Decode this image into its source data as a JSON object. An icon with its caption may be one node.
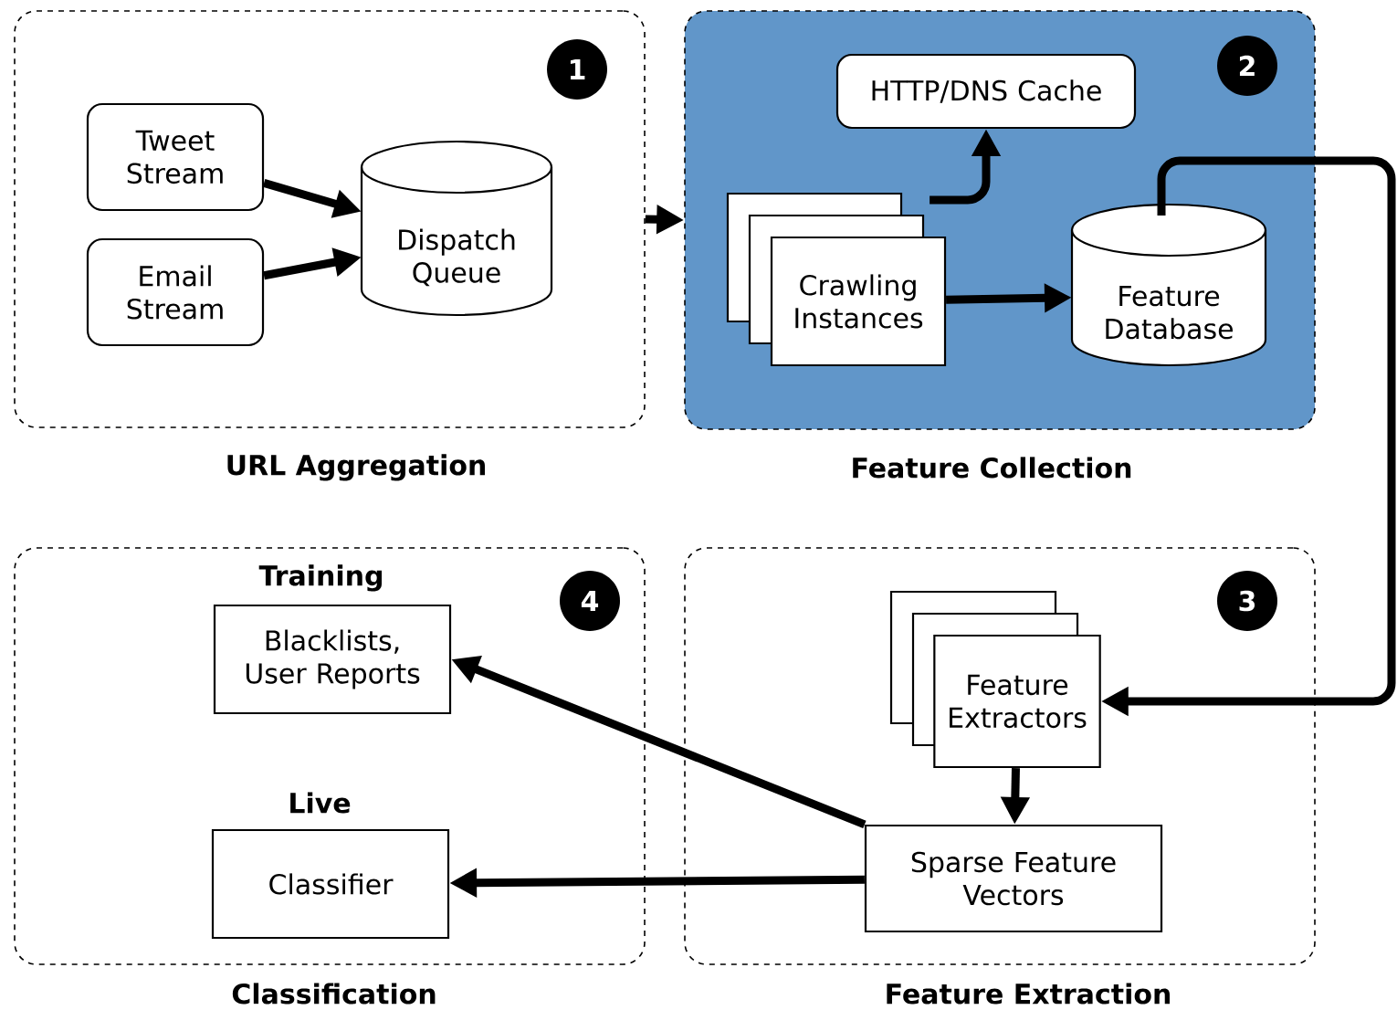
{
  "diagram": {
    "nodes": [
      {
        "text": [
          "URL Aggregation"
        ]
      },
      {
        "text": [
          "1"
        ],
        "in": 0
      },
      {
        "text": [
          "Tweet Stream"
        ],
        "in": 0
      },
      {
        "text": [
          "Email Stream"
        ],
        "in": 0
      },
      {
        "text": [
          "Dispatch Queue"
        ],
        "in": 0
      },
      {
        "text": [
          "Feature Collection"
        ]
      },
      {
        "text": [
          "2"
        ],
        "in": 5
      },
      {
        "text": [
          "HTTP/DNS Cache"
        ],
        "in": 5
      },
      {
        "text": [
          "Crawling Instances"
        ],
        "in": 5
      },
      {
        "text": [
          "Feature Database"
        ],
        "in": 5
      },
      {
        "text": [
          "Classification"
        ]
      },
      {
        "text": [
          "Training",
          "Blacklists, User Reports"
        ],
        "in": 10
      },
      {
        "text": [
          "4"
        ],
        "in": 10
      },
      {
        "text": [
          "Live",
          "Classifier"
        ],
        "in": 10
      },
      {
        "text": [
          "Feature Extraction"
        ]
      },
      {
        "text": [
          "3"
        ],
        "in": 14
      },
      {
        "text": [
          "Feature Extractors"
        ],
        "in": 14
      },
      {
        "text": [
          "Sparse Feature Vectors"
        ],
        "in": 14
      }
    ],
    "edges": [
      {
        "from": 2,
        "to": 4,
        "arrow": "to"
      },
      {
        "from": 3,
        "to": 4,
        "arrow": "to"
      },
      {
        "from": 0,
        "to": 5,
        "arrow": "to"
      },
      {
        "from": 8,
        "to": 7,
        "arrow": "to"
      },
      {
        "from": 8,
        "to": 9,
        "arrow": "to"
      },
      {
        "from": 9,
        "to": 16,
        "arrow": "to"
      },
      {
        "from": 16,
        "to": 17,
        "arrow": "to"
      },
      {
        "from": 17,
        "to": 11,
        "arrow": "to"
      },
      {
        "from": 17,
        "to": 13,
        "arrow": "to"
      }
    ]
  }
}
